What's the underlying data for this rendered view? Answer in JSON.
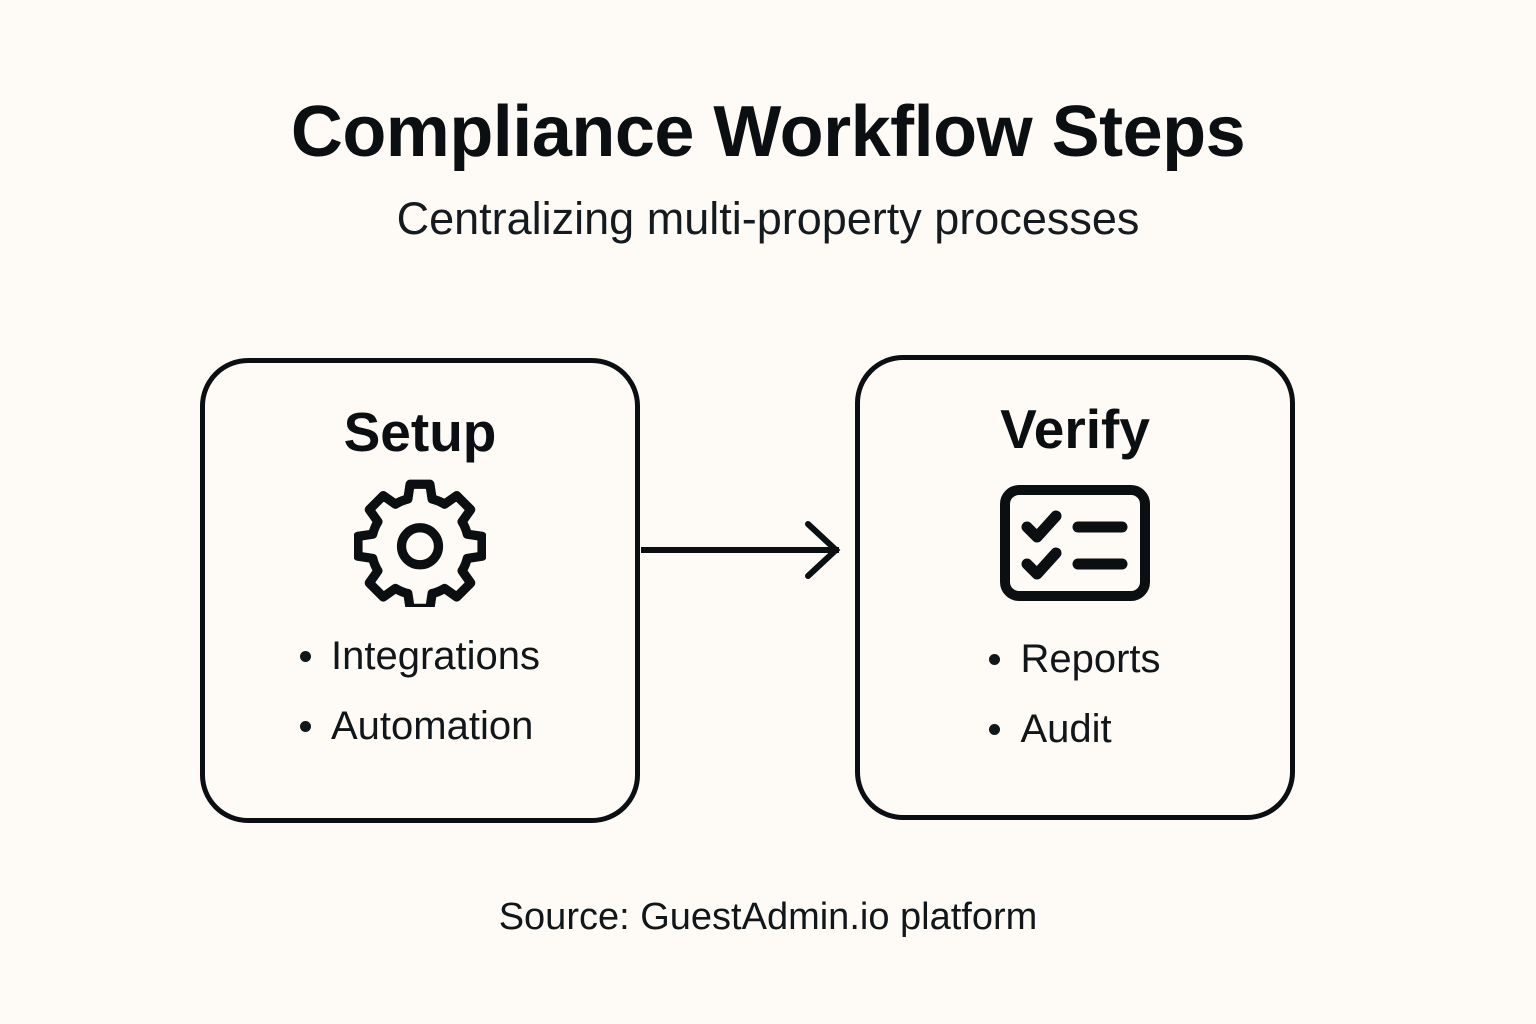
{
  "header": {
    "title": "Compliance Workflow Steps",
    "subtitle": "Centralizing multi-property processes"
  },
  "flow": {
    "steps": [
      {
        "id": "setup",
        "title": "Setup",
        "icon": "gear-icon",
        "bullets": [
          "Integrations",
          "Automation"
        ]
      },
      {
        "id": "verify",
        "title": "Verify",
        "icon": "checklist-icon",
        "bullets": [
          "Reports",
          "Audit"
        ]
      }
    ],
    "connector": {
      "icon": "arrow-right-icon",
      "from": "setup",
      "to": "verify"
    }
  },
  "footer": {
    "source": "Source: GuestAdmin.io platform"
  },
  "colors": {
    "background": "#FEFBF7",
    "ink": "#0B0F12",
    "text": "#111619"
  }
}
